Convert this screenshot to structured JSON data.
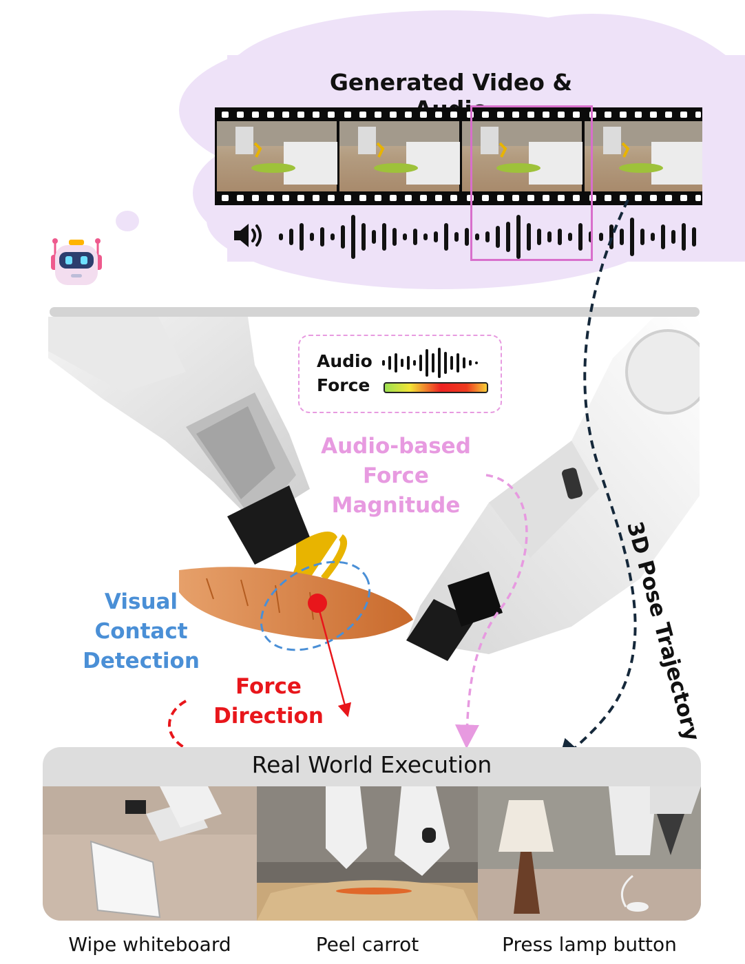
{
  "generated": {
    "title": "Generated Video & Audio"
  },
  "legend": {
    "audio_label": "Audio",
    "force_label": "Force"
  },
  "annotations": {
    "audio_force_line1": "Audio-based",
    "audio_force_line2": "Force",
    "audio_force_line3": "Magnitude",
    "visual_line1": "Visual",
    "visual_line2": "Contact",
    "visual_line3": "Detection",
    "force_dir_line1": "Force",
    "force_dir_line2": "Direction",
    "pose_trajectory": "3D Pose Trajectory"
  },
  "execution": {
    "title": "Real World Execution",
    "tasks": [
      {
        "label": "Wipe whiteboard"
      },
      {
        "label": "Peel carrot"
      },
      {
        "label": "Press lamp button"
      }
    ]
  },
  "colors": {
    "bubble": "#eee2f8",
    "pink": "#e79ae0",
    "blue": "#4a8fd6",
    "red": "#e8161b",
    "highlight": "#d86fcc",
    "dark_arrow": "#15283a",
    "exec_header": "#dddddd"
  },
  "icons": [
    "speaker-icon",
    "robot-avatar-icon"
  ]
}
